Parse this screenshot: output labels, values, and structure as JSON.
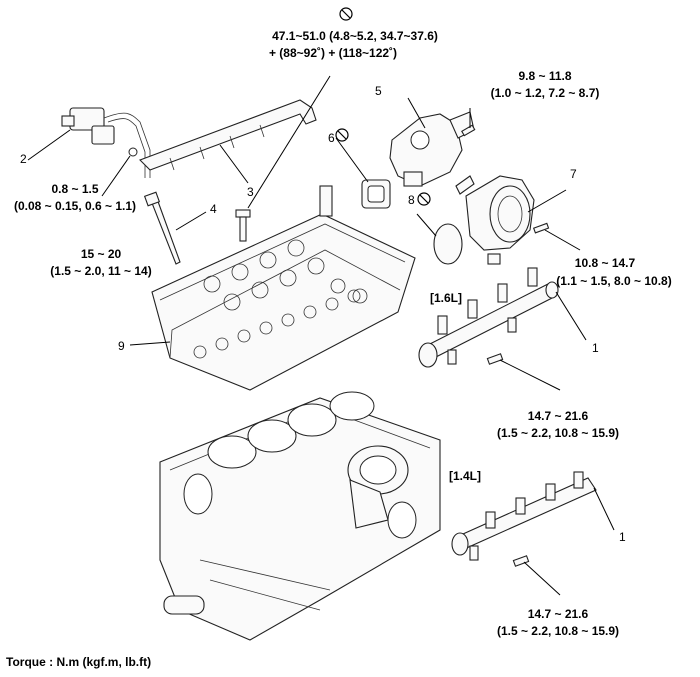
{
  "callouts": {
    "c1": "1",
    "c1b": "1",
    "c2": "2",
    "c3": "3",
    "c4": "4",
    "c5": "5",
    "c6": "6",
    "c7": "7",
    "c8": "8",
    "c9": "9"
  },
  "torques": {
    "head_bolt_l1": "47.1~51.0 (4.8~5.2, 34.7~37.6)",
    "head_bolt_l2": "+ (88~92˚) + (118~122˚)",
    "thermostat_l1": "9.8 ~ 11.8",
    "thermostat_l2": "(1.0 ~ 1.2, 7.2 ~ 8.7)",
    "harness_l1": "0.8 ~ 1.5",
    "harness_l2": "(0.08 ~ 0.15, 0.6 ~ 1.1)",
    "glow_l1": "15 ~ 20",
    "glow_l2": "(1.5 ~ 2.0, 11 ~ 14)",
    "vacuum_l1": "10.8 ~ 14.7",
    "vacuum_l2": "(1.1 ~ 1.5, 8.0 ~ 10.8)",
    "rail16_l1": "14.7 ~ 21.6",
    "rail16_l2": "(1.5 ~ 2.2, 10.8 ~ 15.9)",
    "rail14_l1": "14.7 ~ 21.6",
    "rail14_l2": "(1.5 ~ 2.2, 10.8 ~ 15.9)"
  },
  "engine_variants": {
    "v16": "[1.6L]",
    "v14": "[1.4L]"
  },
  "legend": {
    "torque_unit": "Torque : N.m (kgf.m, lb.ft)"
  },
  "icons": {
    "replace_marker": "no-reuse-icon"
  }
}
